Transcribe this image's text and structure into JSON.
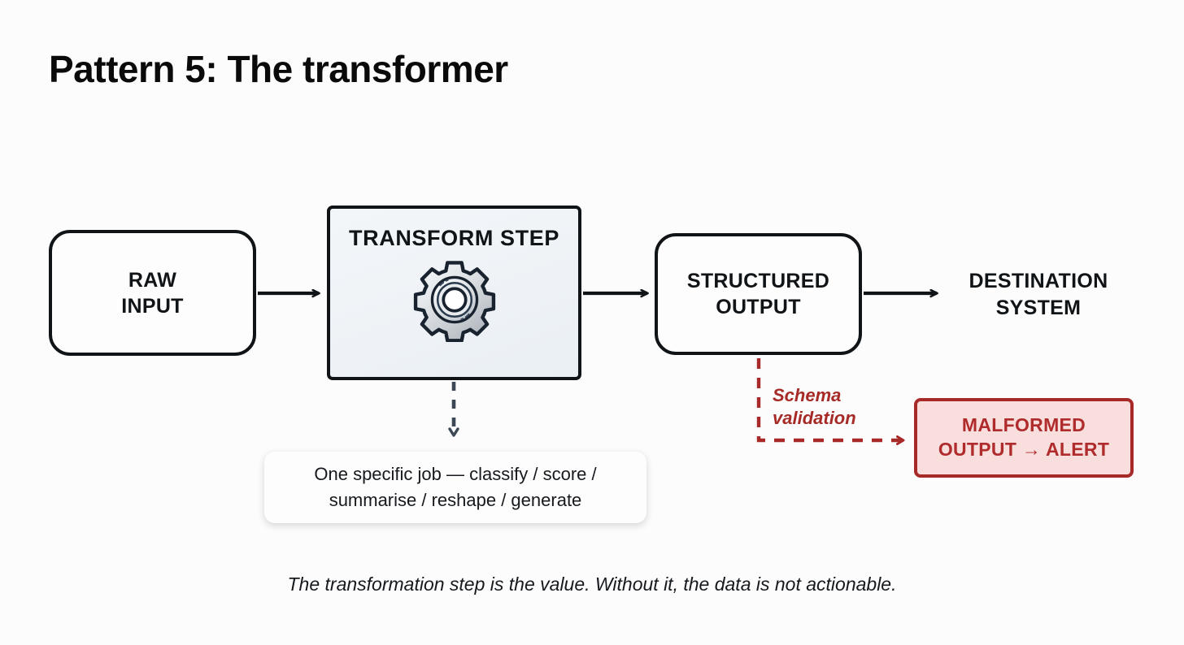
{
  "page": {
    "title": "Pattern 5: The transformer",
    "background_color": "#fcfcfc"
  },
  "diagram": {
    "type": "flow-diagram",
    "nodes": [
      {
        "id": "raw-input",
        "label": "RAW\nINPUT",
        "line1": "RAW",
        "line2": "INPUT",
        "shape": "rounded-rectangle",
        "fill": "#fdfdfd",
        "stroke": "#111417"
      },
      {
        "id": "transform-step",
        "label": "TRANSFORM STEP",
        "shape": "rectangle",
        "fill": "#eef2f6",
        "stroke": "#111417",
        "icon": "gear-icon"
      },
      {
        "id": "structured-output",
        "line1": "STRUCTURED",
        "line2": "OUTPUT",
        "shape": "rounded-rectangle",
        "fill": "#fdfdfd",
        "stroke": "#111417"
      },
      {
        "id": "destination-system",
        "line1": "DESTINATION",
        "line2": "SYSTEM",
        "shape": "text-only",
        "fill": "none",
        "stroke": "none"
      },
      {
        "id": "malformed-alert",
        "line1": "MALFORMED",
        "line2": "OUTPUT → ALERT",
        "shape": "rounded-rectangle",
        "fill": "#f8dedc",
        "stroke": "#a82a28",
        "text_color": "#b02b2b"
      }
    ],
    "edges": [
      {
        "id": "raw-to-transform",
        "from": "raw-input",
        "to": "transform-step",
        "style": "solid",
        "color": "#111417",
        "label": ""
      },
      {
        "id": "transform-to-structured",
        "from": "transform-step",
        "to": "structured-output",
        "style": "solid",
        "color": "#111417",
        "label": ""
      },
      {
        "id": "structured-to-destination",
        "from": "structured-output",
        "to": "destination-system",
        "style": "solid",
        "color": "#111417",
        "label": ""
      },
      {
        "id": "transform-to-callout",
        "from": "transform-step",
        "to": "callout",
        "style": "dashed",
        "color": "#3d4856",
        "label": ""
      },
      {
        "id": "structured-to-malformed",
        "from": "structured-output",
        "to": "malformed-alert",
        "style": "dashed",
        "color": "#a62a26",
        "label": "Schema validation"
      }
    ],
    "callout": {
      "id": "transform-detail",
      "line1": "One specific job — classify / score /",
      "line2": "summarise / reshape / generate"
    },
    "schema_validation_label": {
      "line1": "Schema",
      "line2": "validation"
    }
  },
  "footer": {
    "caption": "The transformation step is the value. Without it, the data is not actionable."
  },
  "colors": {
    "ink": "#111417",
    "alert_red": "#a82a28",
    "alert_red_text": "#b02b2b",
    "alert_fill": "#f8dedc",
    "dashed_gray": "#3d4856",
    "transform_fill": "#eef2f6"
  }
}
